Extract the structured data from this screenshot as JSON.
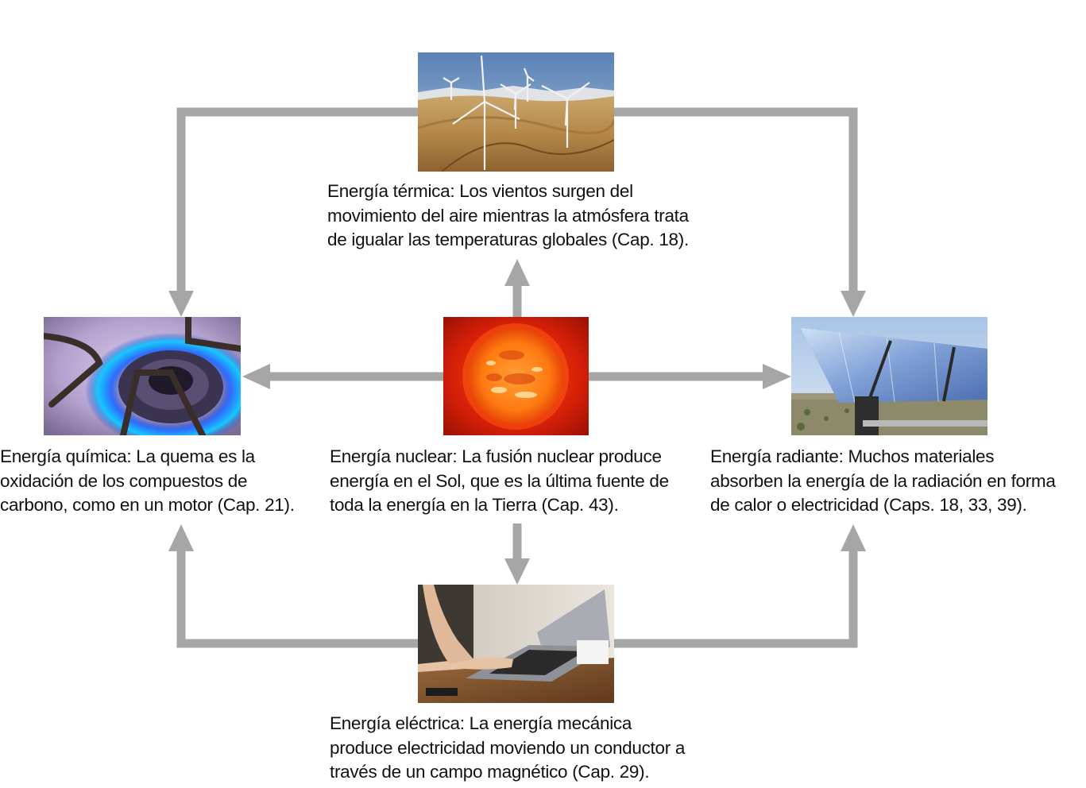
{
  "colors": {
    "arrow": "#a6a6a6",
    "text": "#111111",
    "background": "#ffffff"
  },
  "nodes": {
    "thermal": {
      "image": "wind-turbines-photo",
      "lines": [
        "Energía térmica: Los vientos surgen del",
        "movimiento del aire mientras la atmósfera trata",
        "de igualar las temperaturas globales (Cap. 18)."
      ]
    },
    "chemical": {
      "image": "gas-burner-flame-photo",
      "lines": [
        "Energía química: La quema es la",
        "oxidación de los compuestos de",
        "carbono, como en un motor (Cap. 21)."
      ]
    },
    "nuclear": {
      "image": "sun-photo",
      "lines": [
        "Energía nuclear: La fusión nuclear produce",
        "energía en el Sol, que es la última fuente de",
        "toda la energía en la Tierra (Cap. 43)."
      ]
    },
    "radiant": {
      "image": "solar-concentrator-photo",
      "lines": [
        "Energía radiante: Muchos materiales",
        "absorben la energía de la radiación en forma",
        "de calor o electricidad (Caps. 18, 33, 39)."
      ]
    },
    "electrical": {
      "image": "laptop-photo",
      "lines": [
        "Energía eléctrica: La energía mecánica",
        "produce electricidad moviendo un conductor a",
        "través de un campo magnético (Cap. 29)."
      ]
    }
  }
}
